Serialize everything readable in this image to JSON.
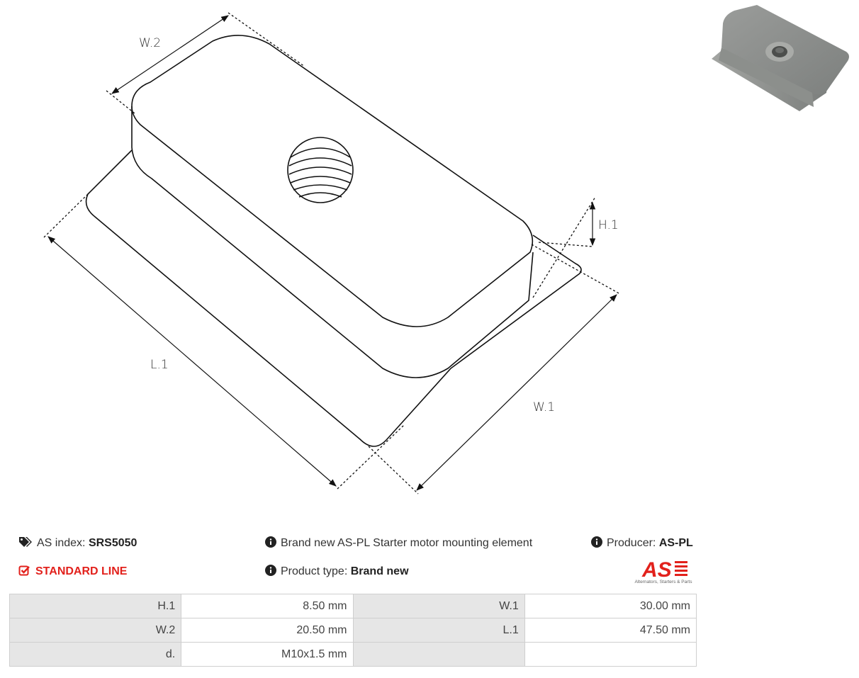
{
  "drawing": {
    "labels": {
      "w2": "W.2",
      "l1": "L.1",
      "h1": "H.1",
      "w1": "W.1"
    }
  },
  "info": {
    "as_index_label": "AS index:",
    "as_index_value": "SRS5050",
    "description": "Brand new AS-PL Starter motor mounting element",
    "producer_label": "Producer:",
    "producer_value": "AS-PL",
    "line": "STANDARD LINE",
    "product_type_label": "Product type:",
    "product_type_value": "Brand new"
  },
  "logo": {
    "mark": "AS",
    "tagline": "Alternators, Starters & Parts"
  },
  "specs": [
    [
      {
        "k": "H.1",
        "v": "8.50 mm"
      },
      {
        "k": "W.1",
        "v": "30.00 mm"
      }
    ],
    [
      {
        "k": "W.2",
        "v": "20.50 mm"
      },
      {
        "k": "L.1",
        "v": "47.50 mm"
      }
    ],
    [
      {
        "k": "d.",
        "v": "M10x1.5 mm"
      },
      {
        "k": "",
        "v": ""
      }
    ]
  ],
  "colors": {
    "accent_red": "#e2211c",
    "cell_gray": "#e6e6e6",
    "border": "#cfcfcf"
  },
  "icons": {
    "index": "tags-icon",
    "info": "info-circle-icon",
    "line": "check-square-icon"
  }
}
